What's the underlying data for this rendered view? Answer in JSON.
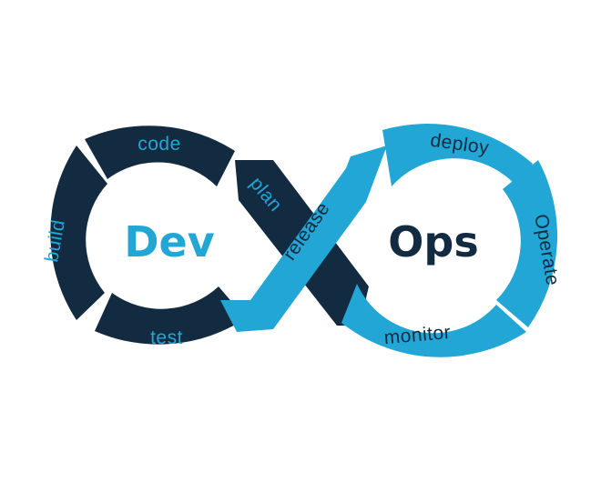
{
  "colors": {
    "dark": "#132b40",
    "light": "#22a6d6",
    "background": "#ffffff"
  },
  "center": {
    "dev": "Dev",
    "ops": "Ops"
  },
  "stages": {
    "code": "code",
    "build": "build",
    "test": "test",
    "plan": "plan",
    "release": "release",
    "deploy": "deploy",
    "operate": "Operate",
    "monitor": "monitor"
  }
}
